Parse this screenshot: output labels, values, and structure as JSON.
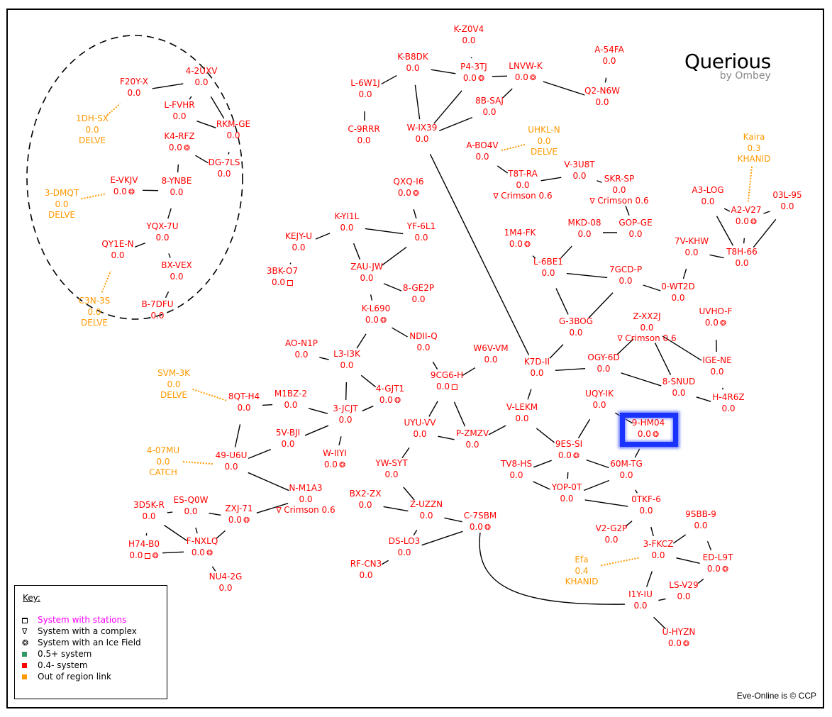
{
  "brand": {
    "title": "Querious",
    "subtitle": "by Ombey"
  },
  "copyright": "Eve-Online is © CCP",
  "key": {
    "title": "Key:",
    "items": [
      {
        "symbol": "station",
        "label": "System with stations",
        "color": "#ff00ff"
      },
      {
        "symbol": "∇",
        "label": "System with a complex",
        "color": "#000000"
      },
      {
        "symbol": "❂",
        "label": "System with an Ice Field",
        "color": "#000000"
      },
      {
        "symbol": "swatch",
        "swatch": "#339966",
        "label": "0.5+ system",
        "color": "#000000"
      },
      {
        "symbol": "swatch",
        "swatch": "#ff0000",
        "label": "0.4- system",
        "color": "#000000"
      },
      {
        "symbol": "swatch",
        "swatch": "#ff9900",
        "label": "Out of region link",
        "color": "#000000"
      }
    ]
  },
  "colors": {
    "lowsec": "#ff0000",
    "external": "#ff9900",
    "highlight": "#1a33ff",
    "edge": "#000000"
  },
  "highlighted_system": "9-HM04",
  "complex_label": "Crimson 0.6",
  "systems": [
    {
      "id": "F20Y-X",
      "sec": "0.0"
    },
    {
      "id": "4-2UXV",
      "sec": "0.0"
    },
    {
      "id": "L-FVHR",
      "sec": "0.0"
    },
    {
      "id": "RKM-GE",
      "sec": "0.0"
    },
    {
      "id": "K4-RFZ",
      "sec": "0.0",
      "ice": true
    },
    {
      "id": "DG-7LS",
      "sec": "0.0"
    },
    {
      "id": "E-VKJV",
      "sec": "0.0",
      "ice": true
    },
    {
      "id": "8-YNBE",
      "sec": "0.0"
    },
    {
      "id": "YQX-7U",
      "sec": "0.0"
    },
    {
      "id": "QY1E-N",
      "sec": "0.0"
    },
    {
      "id": "BX-VEX",
      "sec": "0.0"
    },
    {
      "id": "B-7DFU",
      "sec": "0.0"
    },
    {
      "id": "1DH-SX",
      "sec": "0.0",
      "region": "DELVE",
      "external": true
    },
    {
      "id": "3-DMQT",
      "sec": "0.0",
      "region": "DELVE",
      "external": true
    },
    {
      "id": "C3N-3S",
      "sec": "0.0",
      "region": "DELVE",
      "external": true
    },
    {
      "id": "K-Z0V4",
      "sec": "0.0"
    },
    {
      "id": "K-B8DK",
      "sec": "0.0"
    },
    {
      "id": "P4-3TJ",
      "sec": "0.0",
      "ice": true
    },
    {
      "id": "LNVW-K",
      "sec": "0.0",
      "ice": true
    },
    {
      "id": "A-54FA",
      "sec": "0.0"
    },
    {
      "id": "Q2-N6W",
      "sec": "0.0"
    },
    {
      "id": "L-6W1J",
      "sec": "0.0"
    },
    {
      "id": "C-9RRR",
      "sec": "0.0"
    },
    {
      "id": "8B-SAJ",
      "sec": "0.0"
    },
    {
      "id": "W-IX39",
      "sec": "0.0"
    },
    {
      "id": "UHKL-N",
      "sec": "0.0",
      "region": "DELVE",
      "external": true
    },
    {
      "id": "A-BO4V",
      "sec": "0.0"
    },
    {
      "id": "T8T-RA",
      "sec": "0.0",
      "complex": true
    },
    {
      "id": "V-3U8T",
      "sec": "0.0"
    },
    {
      "id": "SKR-SP",
      "sec": "0.0",
      "complex": true
    },
    {
      "id": "Kaira",
      "sec": "0.3",
      "region": "KHANID",
      "external": true
    },
    {
      "id": "A3-LOG",
      "sec": "0.0"
    },
    {
      "id": "A2-V27",
      "sec": "0.0",
      "ice": true
    },
    {
      "id": "03L-95",
      "sec": "0.0"
    },
    {
      "id": "T8H-66",
      "sec": "0.0"
    },
    {
      "id": "7V-KHW",
      "sec": "0.0"
    },
    {
      "id": "MKD-08",
      "sec": "0.0"
    },
    {
      "id": "GOP-GE",
      "sec": "0.0"
    },
    {
      "id": "1M4-FK",
      "sec": "0.0",
      "ice": true
    },
    {
      "id": "L-6BE1",
      "sec": "0.0"
    },
    {
      "id": "7GCD-P",
      "sec": "0.0"
    },
    {
      "id": "0-WT2D",
      "sec": "0.0"
    },
    {
      "id": "G-3BOG",
      "sec": "0.0"
    },
    {
      "id": "Z-XX2J",
      "sec": "0.0",
      "complex": true
    },
    {
      "id": "UVHO-F",
      "sec": "0.0",
      "ice": true
    },
    {
      "id": "IGE-NE",
      "sec": "0.0"
    },
    {
      "id": "8-SNUD",
      "sec": "0.0"
    },
    {
      "id": "H-4R6Z",
      "sec": "0.0"
    },
    {
      "id": "OGY-6D",
      "sec": "0.0"
    },
    {
      "id": "K7D-II",
      "sec": "0.0"
    },
    {
      "id": "QXQ-I6",
      "sec": "0.0",
      "ice": true
    },
    {
      "id": "K-YI1L",
      "sec": "0.0"
    },
    {
      "id": "YF-6L1",
      "sec": "0.0"
    },
    {
      "id": "KEJY-U",
      "sec": "0.0"
    },
    {
      "id": "3BK-O7",
      "sec": "0.0",
      "station": true
    },
    {
      "id": "ZAU-JW",
      "sec": "0.0"
    },
    {
      "id": "8-GE2P",
      "sec": "0.0"
    },
    {
      "id": "K-L690",
      "sec": "0.0",
      "ice": true
    },
    {
      "id": "NDII-Q",
      "sec": "0.0"
    },
    {
      "id": "W6V-VM",
      "sec": "0.0"
    },
    {
      "id": "9CG6-H",
      "sec": "0.0",
      "station": true
    },
    {
      "id": "AO-N1P",
      "sec": "0.0"
    },
    {
      "id": "L3-I3K",
      "sec": "0.0"
    },
    {
      "id": "4-GJT1",
      "sec": "0.0",
      "ice": true
    },
    {
      "id": "SVM-3K",
      "sec": "0.0",
      "region": "DELVE",
      "external": true
    },
    {
      "id": "8QT-H4",
      "sec": "0.0"
    },
    {
      "id": "M1BZ-2",
      "sec": "0.0"
    },
    {
      "id": "3-JCJT",
      "sec": "0.0"
    },
    {
      "id": "5V-BJI",
      "sec": "0.0"
    },
    {
      "id": "W-IIYI",
      "sec": "0.0",
      "ice": true
    },
    {
      "id": "4-07MU",
      "sec": "0.0",
      "region": "CATCH",
      "external": true
    },
    {
      "id": "49-U6U",
      "sec": "0.0"
    },
    {
      "id": "N-M1A3",
      "sec": "0.0",
      "complex": true
    },
    {
      "id": "3D5K-R",
      "sec": "0.0"
    },
    {
      "id": "ES-Q0W",
      "sec": "0.0"
    },
    {
      "id": "ZXJ-71",
      "sec": "0.0",
      "ice": true
    },
    {
      "id": "H74-B0",
      "sec": "0.0",
      "station": true,
      "ice": true
    },
    {
      "id": "F-NXLQ",
      "sec": "0.0",
      "ice": true
    },
    {
      "id": "NU4-2G",
      "sec": "0.0"
    },
    {
      "id": "UYU-VV",
      "sec": "0.0"
    },
    {
      "id": "P-ZMZV",
      "sec": "0.0"
    },
    {
      "id": "V-LEKM",
      "sec": "0.0"
    },
    {
      "id": "YW-SYT",
      "sec": "0.0"
    },
    {
      "id": "BX2-ZX",
      "sec": "0.0"
    },
    {
      "id": "Z-UZZN",
      "sec": "0.0"
    },
    {
      "id": "C-7SBM",
      "sec": "0.0",
      "ice": true
    },
    {
      "id": "DS-LO3",
      "sec": "0.0"
    },
    {
      "id": "RF-CN3",
      "sec": "0.0"
    },
    {
      "id": "UQY-IK",
      "sec": "0.0"
    },
    {
      "id": "9-HM04",
      "sec": "0.0",
      "ice": true
    },
    {
      "id": "9ES-SI",
      "sec": "0.0",
      "ice": true
    },
    {
      "id": "TV8-HS",
      "sec": "0.0"
    },
    {
      "id": "60M-TG",
      "sec": "0.0"
    },
    {
      "id": "YOP-0T",
      "sec": "0.0"
    },
    {
      "id": "0TKF-6",
      "sec": "0.0"
    },
    {
      "id": "V2-G2P",
      "sec": "0.0"
    },
    {
      "id": "3-FKCZ",
      "sec": "0.0"
    },
    {
      "id": "9SBB-9",
      "sec": "0.0"
    },
    {
      "id": "ED-L9T",
      "sec": "0.0",
      "ice": true
    },
    {
      "id": "Efa",
      "sec": "0.4",
      "region": "KHANID",
      "external": true
    },
    {
      "id": "LS-V29",
      "sec": "0.0"
    },
    {
      "id": "I1Y-IU",
      "sec": "0.0"
    },
    {
      "id": "U-HYZN",
      "sec": "0.0",
      "ice": true
    }
  ],
  "links": [
    [
      "F20Y-X",
      "4-2UXV"
    ],
    [
      "4-2UXV",
      "L-FVHR"
    ],
    [
      "4-2UXV",
      "RKM-GE"
    ],
    [
      "L-FVHR",
      "RKM-GE"
    ],
    [
      "RKM-GE",
      "DG-7LS"
    ],
    [
      "K4-RFZ",
      "DG-7LS"
    ],
    [
      "K4-RFZ",
      "8-YNBE"
    ],
    [
      "E-VKJV",
      "8-YNBE"
    ],
    [
      "8-YNBE",
      "YQX-7U"
    ],
    [
      "YQX-7U",
      "QY1E-N"
    ],
    [
      "YQX-7U",
      "BX-VEX"
    ],
    [
      "BX-VEX",
      "B-7DFU"
    ],
    [
      "K-Z0V4",
      "P4-3TJ"
    ],
    [
      "K-B8DK",
      "P4-3TJ"
    ],
    [
      "K-B8DK",
      "L-6W1J"
    ],
    [
      "K-B8DK",
      "W-IX39"
    ],
    [
      "L-6W1J",
      "C-9RRR"
    ],
    [
      "P4-3TJ",
      "LNVW-K"
    ],
    [
      "P4-3TJ",
      "W-IX39"
    ],
    [
      "LNVW-K",
      "8B-SAJ"
    ],
    [
      "LNVW-K",
      "Q2-N6W"
    ],
    [
      "A-54FA",
      "Q2-N6W"
    ],
    [
      "8B-SAJ",
      "W-IX39"
    ],
    [
      "W-IX39",
      "K7D-II"
    ],
    [
      "A-BO4V",
      "T8T-RA"
    ],
    [
      "T8T-RA",
      "V-3U8T"
    ],
    [
      "V-3U8T",
      "SKR-SP"
    ],
    [
      "SKR-SP",
      "GOP-GE"
    ],
    [
      "MKD-08",
      "GOP-GE"
    ],
    [
      "MKD-08",
      "L-6BE1"
    ],
    [
      "1M4-FK",
      "L-6BE1"
    ],
    [
      "L-6BE1",
      "7GCD-P"
    ],
    [
      "L-6BE1",
      "G-3BOG"
    ],
    [
      "7GCD-P",
      "G-3BOG"
    ],
    [
      "7GCD-P",
      "0-WT2D"
    ],
    [
      "0-WT2D",
      "7V-KHW"
    ],
    [
      "7V-KHW",
      "T8H-66"
    ],
    [
      "A3-LOG",
      "A2-V27"
    ],
    [
      "A3-LOG",
      "T8H-66"
    ],
    [
      "A2-V27",
      "T8H-66"
    ],
    [
      "A2-V27",
      "03L-95"
    ],
    [
      "03L-95",
      "T8H-66"
    ],
    [
      "G-3BOG",
      "K7D-II"
    ],
    [
      "K7D-II",
      "OGY-6D"
    ],
    [
      "K7D-II",
      "V-LEKM"
    ],
    [
      "Z-XX2J",
      "OGY-6D"
    ],
    [
      "Z-XX2J",
      "8-SNUD"
    ],
    [
      "Z-XX2J",
      "IGE-NE"
    ],
    [
      "OGY-6D",
      "8-SNUD"
    ],
    [
      "8-SNUD",
      "H-4R6Z"
    ],
    [
      "IGE-NE",
      "H-4R6Z"
    ],
    [
      "UVHO-F",
      "IGE-NE"
    ],
    [
      "QXQ-I6",
      "YF-6L1"
    ],
    [
      "K-YI1L",
      "YF-6L1"
    ],
    [
      "K-YI1L",
      "KEJY-U"
    ],
    [
      "K-YI1L",
      "ZAU-JW"
    ],
    [
      "KEJY-U",
      "3BK-O7"
    ],
    [
      "YF-6L1",
      "ZAU-JW"
    ],
    [
      "ZAU-JW",
      "8-GE2P"
    ],
    [
      "ZAU-JW",
      "K-L690"
    ],
    [
      "K-L690",
      "NDII-Q"
    ],
    [
      "K-L690",
      "L3-I3K"
    ],
    [
      "NDII-Q",
      "9CG6-H"
    ],
    [
      "W6V-VM",
      "9CG6-H"
    ],
    [
      "9CG6-H",
      "UYU-VV"
    ],
    [
      "9CG6-H",
      "P-ZMZV"
    ],
    [
      "AO-N1P",
      "L3-I3K"
    ],
    [
      "L3-I3K",
      "3-JCJT"
    ],
    [
      "L3-I3K",
      "4-GJT1"
    ],
    [
      "4-GJT1",
      "3-JCJT"
    ],
    [
      "M1BZ-2",
      "3-JCJT"
    ],
    [
      "8QT-H4",
      "M1BZ-2"
    ],
    [
      "3-JCJT",
      "5V-BJI"
    ],
    [
      "3-JCJT",
      "W-IIYI"
    ],
    [
      "8QT-H4",
      "49-U6U"
    ],
    [
      "5V-BJI",
      "49-U6U"
    ],
    [
      "49-U6U",
      "N-M1A3"
    ],
    [
      "3D5K-R",
      "ES-Q0W"
    ],
    [
      "3D5K-R",
      "H74-B0"
    ],
    [
      "3D5K-R",
      "F-NXLQ"
    ],
    [
      "ES-Q0W",
      "ZXJ-71"
    ],
    [
      "ES-Q0W",
      "F-NXLQ"
    ],
    [
      "ZXJ-71",
      "F-NXLQ"
    ],
    [
      "ZXJ-71",
      "N-M1A3"
    ],
    [
      "H74-B0",
      "F-NXLQ"
    ],
    [
      "F-NXLQ",
      "NU4-2G"
    ],
    [
      "UYU-VV",
      "P-ZMZV"
    ],
    [
      "P-ZMZV",
      "V-LEKM"
    ],
    [
      "UYU-VV",
      "YW-SYT"
    ],
    [
      "YW-SYT",
      "Z-UZZN"
    ],
    [
      "BX2-ZX",
      "Z-UZZN"
    ],
    [
      "Z-UZZN",
      "C-7SBM"
    ],
    [
      "Z-UZZN",
      "DS-LO3"
    ],
    [
      "DS-LO3",
      "C-7SBM"
    ],
    [
      "DS-LO3",
      "RF-CN3"
    ],
    [
      "V-LEKM",
      "9ES-SI"
    ],
    [
      "UQY-IK",
      "9ES-SI"
    ],
    [
      "UQY-IK",
      "9-HM04"
    ],
    [
      "9-HM04",
      "60M-TG"
    ],
    [
      "9ES-SI",
      "TV8-HS"
    ],
    [
      "9ES-SI",
      "60M-TG"
    ],
    [
      "9ES-SI",
      "YOP-0T"
    ],
    [
      "TV8-HS",
      "YOP-0T"
    ],
    [
      "60M-TG",
      "YOP-0T"
    ],
    [
      "60M-TG",
      "0TKF-6"
    ],
    [
      "YOP-0T",
      "0TKF-6"
    ],
    [
      "0TKF-6",
      "V2-G2P"
    ],
    [
      "0TKF-6",
      "3-FKCZ"
    ],
    [
      "3-FKCZ",
      "9SBB-9"
    ],
    [
      "3-FKCZ",
      "ED-L9T"
    ],
    [
      "9SBB-9",
      "ED-L9T"
    ],
    [
      "3-FKCZ",
      "I1Y-IU"
    ],
    [
      "ED-L9T",
      "LS-V29"
    ],
    [
      "LS-V29",
      "I1Y-IU"
    ],
    [
      "I1Y-IU",
      "U-HYZN"
    ],
    [
      "C-7SBM",
      "I1Y-IU"
    ]
  ],
  "external_links": [
    [
      "1DH-SX",
      "F20Y-X"
    ],
    [
      "3-DMQT",
      "E-VKJV"
    ],
    [
      "C3N-3S",
      "QY1E-N"
    ],
    [
      "UHKL-N",
      "A-BO4V"
    ],
    [
      "Kaira",
      "A2-V27"
    ],
    [
      "SVM-3K",
      "8QT-H4"
    ],
    [
      "4-07MU",
      "49-U6U"
    ],
    [
      "Efa",
      "3-FKCZ"
    ]
  ],
  "groups": [
    {
      "name": "delve-border-cluster",
      "members": [
        "F20Y-X",
        "4-2UXV",
        "L-FVHR",
        "RKM-GE",
        "K4-RFZ",
        "DG-7LS",
        "E-VKJV",
        "8-YNBE",
        "YQX-7U",
        "QY1E-N",
        "BX-VEX",
        "B-7DFU",
        "1DH-SX",
        "3-DMQT",
        "C3N-3S"
      ]
    }
  ]
}
